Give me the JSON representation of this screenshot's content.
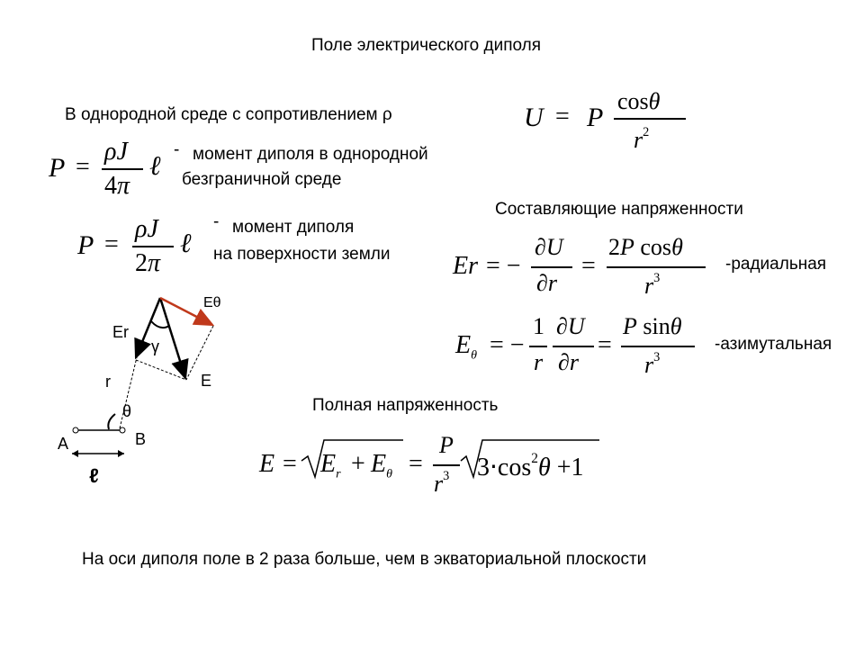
{
  "title": "Поле электрического диполя",
  "intro": "В однородной среде с сопротивлением ρ",
  "moment1": {
    "dash": "-",
    "line1": "момент диполя в однородной",
    "line2": "безграничной среде"
  },
  "moment2": {
    "dash": "-",
    "line1": "момент диполя",
    "line2": "на поверхности земли"
  },
  "components_heading": "Составляющие напряженности",
  "radial_label": "-радиальная",
  "azimuthal_label": "-азимутальная",
  "total_heading": "Полная напряженность",
  "conclusion": "На оси диполя поле в 2 раза больше, чем в экваториальной плоскости",
  "diagram": {
    "label_e_theta": "Eθ",
    "label_er": "Er",
    "label_gamma": "γ",
    "label_e": "E",
    "label_r": "r",
    "label_theta": "θ",
    "label_a": "A",
    "label_b": "B",
    "label_l": "ℓ",
    "arrow_color": "#c0391b"
  }
}
